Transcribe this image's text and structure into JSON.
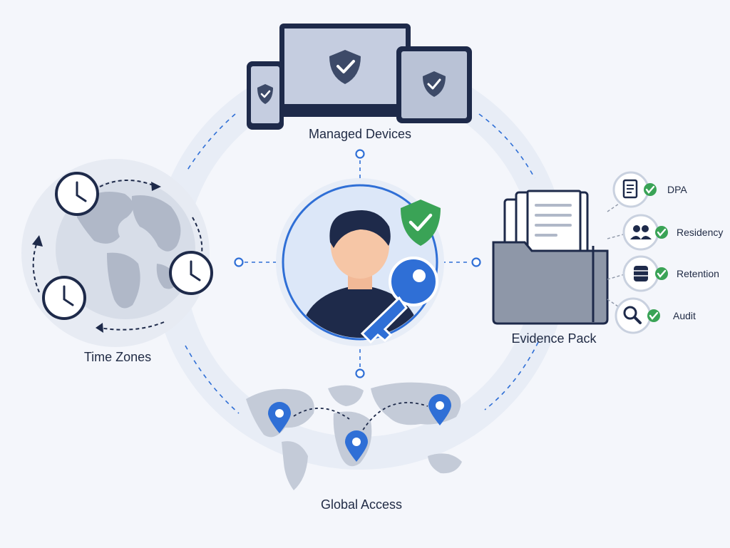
{
  "nodes": {
    "top": {
      "label": "Managed Devices"
    },
    "left": {
      "label": "Time Zones"
    },
    "right": {
      "label": "Evidence Pack"
    },
    "bottom": {
      "label": "Global Access"
    }
  },
  "evidence_items": [
    {
      "label": "DPA",
      "icon": "document-icon"
    },
    {
      "label": "Residency",
      "icon": "users-icon"
    },
    {
      "label": "Retention",
      "icon": "database-icon"
    },
    {
      "label": "Audit",
      "icon": "magnifier-icon"
    }
  ],
  "colors": {
    "accent": "#2f6fd6",
    "navy": "#1e2a4a",
    "green": "#3aa356",
    "gray": "#8e97a8",
    "light": "#e4e9f2"
  }
}
